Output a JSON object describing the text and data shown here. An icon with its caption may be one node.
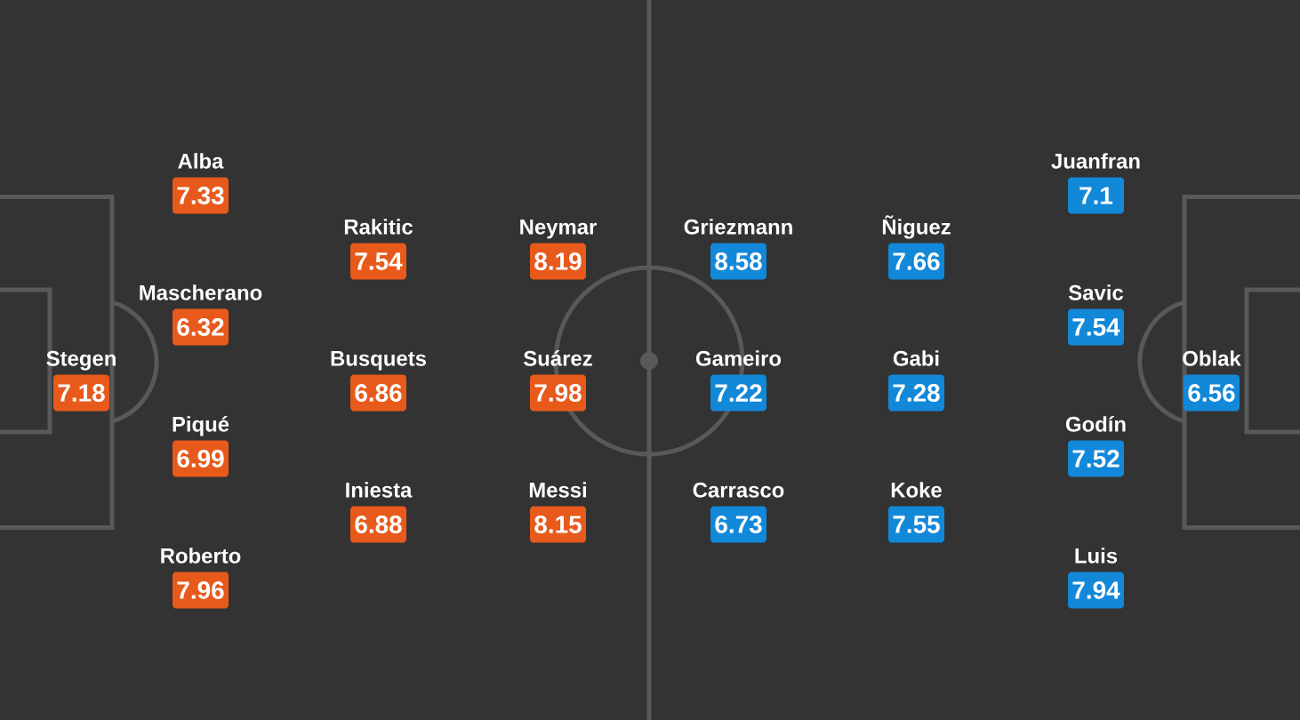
{
  "diagram": {
    "nodes": [
      {
        "text": [
          "Stegen",
          "7.18"
        ]
      },
      {
        "text": [
          "Alba",
          "7.33"
        ]
      },
      {
        "text": [
          "Mascherano",
          "6.32"
        ]
      },
      {
        "text": [
          "Piqué",
          "6.99"
        ]
      },
      {
        "text": [
          "Roberto",
          "7.96"
        ]
      },
      {
        "text": [
          "Rakitic",
          "7.54"
        ]
      },
      {
        "text": [
          "Busquets",
          "6.86"
        ]
      },
      {
        "text": [
          "Iniesta",
          "6.88"
        ]
      },
      {
        "text": [
          "Neymar",
          "8.19"
        ]
      },
      {
        "text": [
          "Suárez",
          "7.98"
        ]
      },
      {
        "text": [
          "Messi",
          "8.15"
        ]
      },
      {
        "text": [
          "Griezmann",
          "8.58"
        ]
      },
      {
        "text": [
          "Gameiro",
          "7.22"
        ]
      },
      {
        "text": [
          "Carrasco",
          "6.73"
        ]
      },
      {
        "text": [
          "Ñiguez",
          "7.66"
        ]
      },
      {
        "text": [
          "Gabi",
          "7.28"
        ]
      },
      {
        "text": [
          "Koke",
          "7.55"
        ]
      },
      {
        "text": [
          "Juanfran",
          "7.1"
        ]
      },
      {
        "text": [
          "Savic",
          "7.54"
        ]
      },
      {
        "text": [
          "Godín",
          "7.52"
        ]
      },
      {
        "text": [
          "Luis",
          "7.94"
        ]
      },
      {
        "text": [
          "Oblak",
          "6.56"
        ]
      }
    ]
  }
}
